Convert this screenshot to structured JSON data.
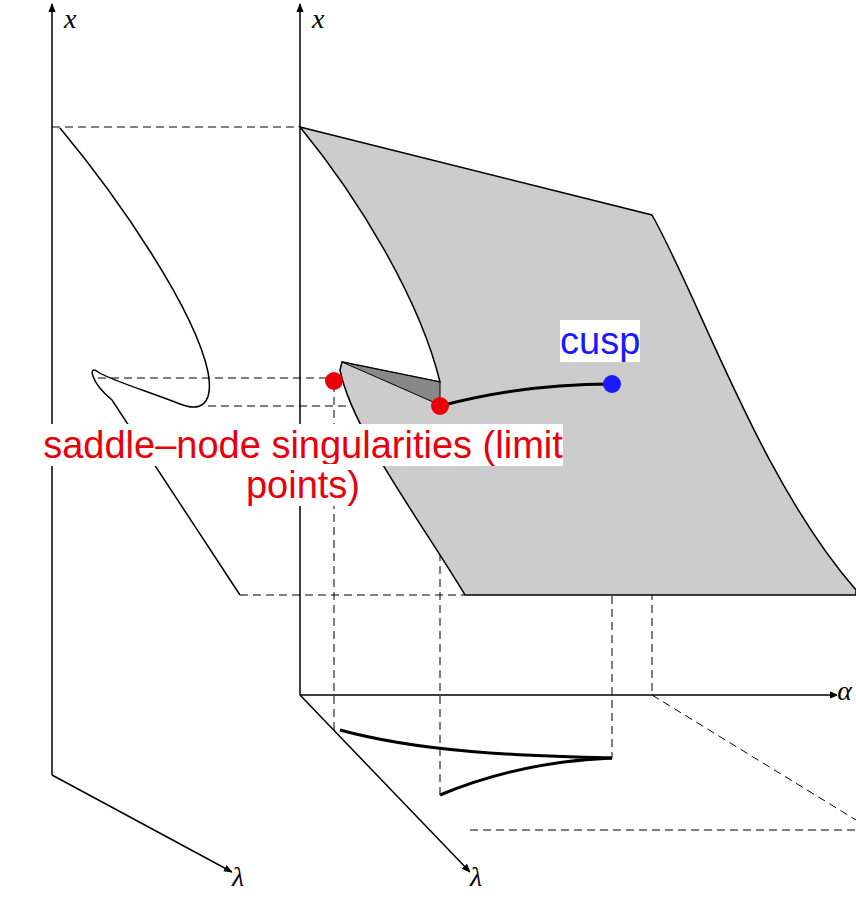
{
  "diagram": {
    "labels": [
      "x",
      "x",
      "cusp",
      "saddle–node singularities (limit points)",
      "α",
      "λ",
      "λ"
    ]
  }
}
